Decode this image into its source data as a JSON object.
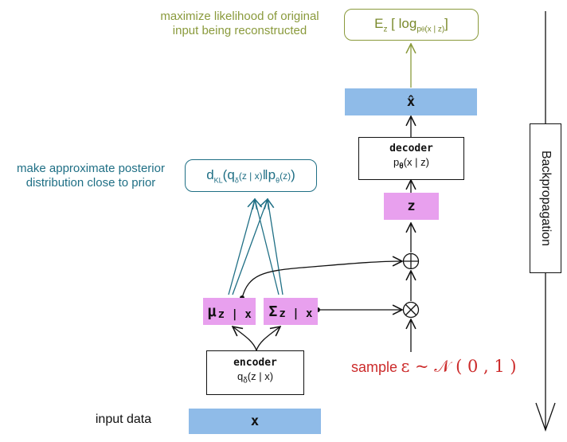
{
  "input_label": "input data",
  "input_box": "x",
  "encoder": {
    "name": "encoder",
    "dist": "q",
    "dist_sub": "δ",
    "dist_args": "(z | x)"
  },
  "mu": {
    "symbol": "μ",
    "sub": "z | x"
  },
  "sigma": {
    "symbol": "Σ",
    "sub": "z | x"
  },
  "sample": {
    "label": "sample",
    "formula": "ε ~ 𝒩 ( 0 , 1 )"
  },
  "z_box": "z",
  "decoder": {
    "name": "decoder",
    "dist": "p",
    "dist_sub": "θ",
    "dist_args": "(x | z)"
  },
  "xhat_box": "x̂",
  "kl": {
    "d": "d",
    "d_sub": "KL",
    "open": "(",
    "q": "q",
    "q_sub": "δ",
    "q_args": "(z | x)",
    "sep": "‖",
    "p": "p",
    "p_sub": "θ",
    "p_args": "(z)",
    "close": ")"
  },
  "kl_note": [
    "make approximate posterior",
    "distribution close to prior"
  ],
  "likelihood": {
    "E": "E",
    "E_sub": "z",
    "open": "[",
    "log": "log",
    "p": "p",
    "p_sub": "θ",
    "p_args": "(x | z)",
    "close": "]"
  },
  "likelihood_note": [
    "maximize likelihood of original",
    "input being reconstructed"
  ],
  "backprop": "Backpropagation",
  "colors": {
    "blue": "#8fbbe8",
    "pink": "#e8a0ee",
    "green": "#8a9a3c",
    "teal": "#1f6f85",
    "red": "#cc2b2b"
  }
}
